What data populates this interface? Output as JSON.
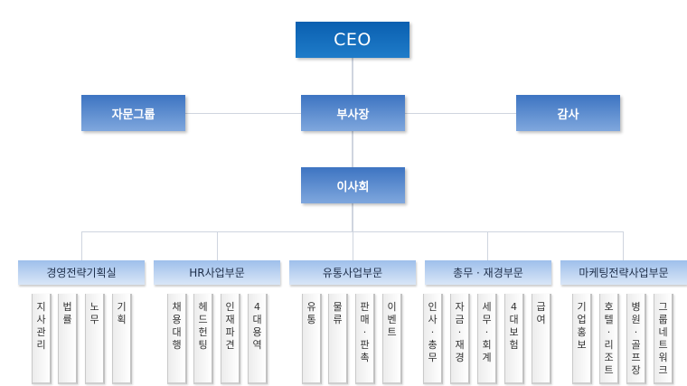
{
  "colors": {
    "ceo_top": "#0a5fb0",
    "ceo_bottom": "#1f7cc9",
    "blue_top": "#3d74c2",
    "blue_bottom": "#7fa7dd",
    "dept_top": "#9ebfeb",
    "dept_bottom": "#d9e6f7",
    "sub_left": "#ececec",
    "sub_right": "#ffffff"
  },
  "top": {
    "ceo": "CEO",
    "advisory": "자문그룹",
    "vice_president": "부사장",
    "audit": "감사",
    "board": "이사회"
  },
  "departments": [
    {
      "name": "경영전략기획실",
      "units": [
        "지사관리",
        "법률",
        "노무",
        "기획"
      ]
    },
    {
      "name": "HR사업부문",
      "units": [
        "채용대행",
        "헤드헌팅",
        "인재파견",
        "4대용역"
      ]
    },
    {
      "name": "유통사업부문",
      "units": [
        "유통",
        "물류",
        "판매·판촉",
        "이벤트"
      ]
    },
    {
      "name": "총무 · 재경부문",
      "units": [
        "인사·총무",
        "자금·재경",
        "세무·회계",
        "4대보험",
        "급여"
      ]
    },
    {
      "name": "마케팅전략사업부문",
      "units": [
        "기업홍보",
        "호텔·리조트",
        "병원·골프장",
        "그룹네트워크"
      ]
    }
  ]
}
